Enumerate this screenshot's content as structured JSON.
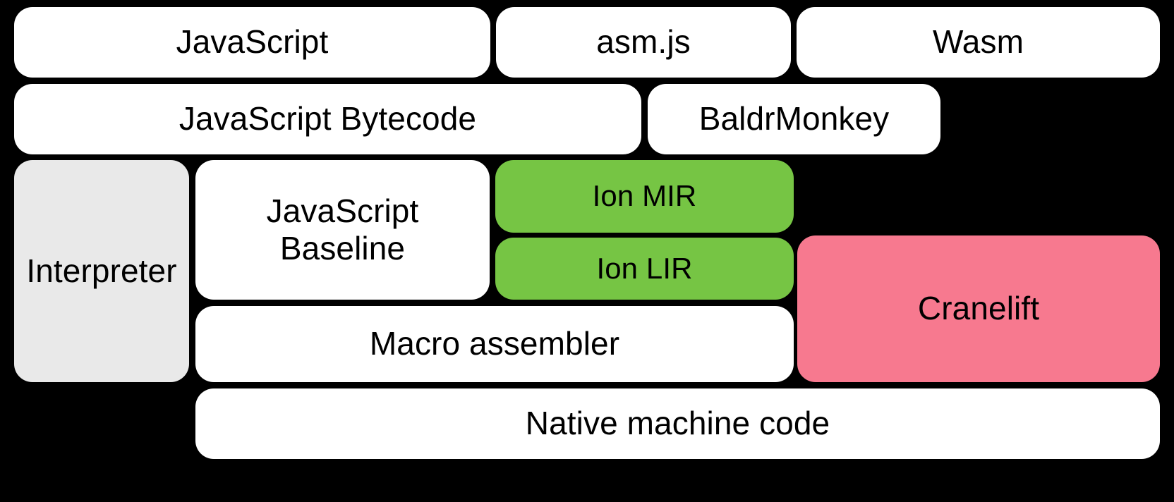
{
  "diagram": {
    "title": "SpiderMonkey compilation pipeline",
    "background_color": "#000000",
    "colors": {
      "white": "#ffffff",
      "gray": "#e9e9e9",
      "green": "#76c544",
      "pink": "#f7798f",
      "text": "#000000"
    },
    "rows": [
      {
        "name": "source-languages",
        "boxes": [
          {
            "id": "javascript",
            "label": "JavaScript",
            "color": "white"
          },
          {
            "id": "asmjs",
            "label": "asm.js",
            "color": "white"
          },
          {
            "id": "wasm",
            "label": "Wasm",
            "color": "white"
          }
        ]
      },
      {
        "name": "front-ends",
        "boxes": [
          {
            "id": "js-bytecode",
            "label": "JavaScript Bytecode",
            "color": "white"
          },
          {
            "id": "baldrmonkey",
            "label": "BaldrMonkey",
            "color": "white"
          }
        ]
      },
      {
        "name": "execution-tiers",
        "boxes": [
          {
            "id": "interpreter",
            "label": "Interpreter",
            "color": "gray"
          },
          {
            "id": "baseline",
            "label": "JavaScript\nBaseline",
            "color": "white"
          },
          {
            "id": "ion-mir",
            "label": "Ion MIR",
            "color": "green"
          },
          {
            "id": "ion-lir",
            "label": "Ion LIR",
            "color": "green"
          },
          {
            "id": "cranelift",
            "label": "Cranelift",
            "color": "pink"
          }
        ]
      },
      {
        "name": "code-emission",
        "boxes": [
          {
            "id": "macro-assembler",
            "label": "Macro assembler",
            "color": "white"
          }
        ]
      },
      {
        "name": "output",
        "boxes": [
          {
            "id": "native-machine-code",
            "label": "Native machine code",
            "color": "white"
          }
        ]
      }
    ]
  }
}
